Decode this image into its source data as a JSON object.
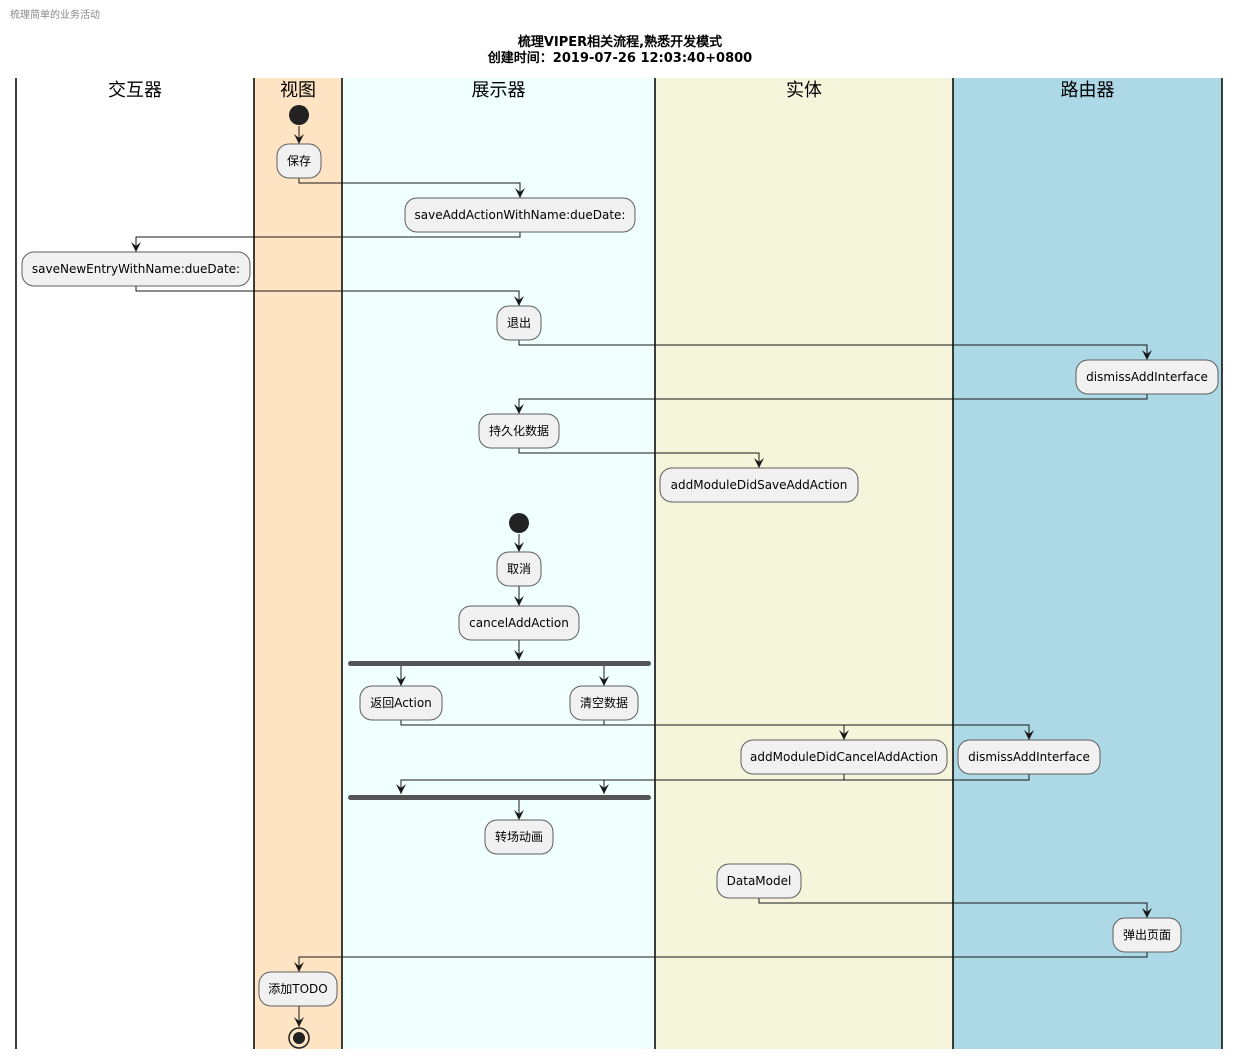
{
  "header_note": "梳理简单的业务活动",
  "title_lines": [
    "梳理VIPER相关流程,熟悉开发模式",
    "创建时间：2019-07-26 12:03:40+0800"
  ],
  "lanes": [
    {
      "id": "interactor",
      "title": "交互器",
      "color": "#ffffff"
    },
    {
      "id": "view",
      "title": "视图",
      "color": "#ffe4c4"
    },
    {
      "id": "presenter",
      "title": "展示器",
      "color": "#f0ffff"
    },
    {
      "id": "entity",
      "title": "实体",
      "color": "#f5f5dc"
    },
    {
      "id": "router",
      "title": "路由器",
      "color": "#add8e6"
    }
  ],
  "activities": [
    {
      "id": "a1",
      "label": "保存",
      "lane": "view"
    },
    {
      "id": "a2",
      "label": "saveAddActionWithName:dueDate:",
      "lane": "presenter"
    },
    {
      "id": "a3",
      "label": "saveNewEntryWithName:dueDate:",
      "lane": "interactor"
    },
    {
      "id": "a4",
      "label": "退出",
      "lane": "presenter"
    },
    {
      "id": "a5",
      "label": "dismissAddInterface",
      "lane": "router"
    },
    {
      "id": "a6",
      "label": "持久化数据",
      "lane": "presenter"
    },
    {
      "id": "a7",
      "label": "addModuleDidSaveAddAction",
      "lane": "entity"
    },
    {
      "id": "a8",
      "label": "取消",
      "lane": "presenter"
    },
    {
      "id": "a9",
      "label": "cancelAddAction",
      "lane": "presenter"
    },
    {
      "id": "a10",
      "label": "返回Action",
      "lane": "presenter"
    },
    {
      "id": "a11",
      "label": "清空数据",
      "lane": "presenter"
    },
    {
      "id": "a12",
      "label": "addModuleDidCancelAddAction",
      "lane": "entity"
    },
    {
      "id": "a13",
      "label": "dismissAddInterface",
      "lane": "router"
    },
    {
      "id": "a14",
      "label": "转场动画",
      "lane": "presenter"
    },
    {
      "id": "a15",
      "label": "DataModel",
      "lane": "entity"
    },
    {
      "id": "a16",
      "label": "弹出页面",
      "lane": "router"
    },
    {
      "id": "a17",
      "label": "添加TODO",
      "lane": "view"
    }
  ],
  "flows": [
    [
      "start1",
      "a1"
    ],
    [
      "a1",
      "a2"
    ],
    [
      "a2",
      "a3"
    ],
    [
      "a3",
      "a4"
    ],
    [
      "a4",
      "a5"
    ],
    [
      "a5",
      "a6"
    ],
    [
      "a6",
      "a7"
    ],
    [
      "start2",
      "a8"
    ],
    [
      "a8",
      "a9"
    ],
    [
      "a9",
      "fork"
    ],
    [
      "fork",
      "a10"
    ],
    [
      "fork",
      "a11"
    ],
    [
      "a10",
      "a12"
    ],
    [
      "a11",
      "a13"
    ],
    [
      "a12",
      "join"
    ],
    [
      "a13",
      "join"
    ],
    [
      "join",
      "a14"
    ],
    [
      "a15",
      "a16"
    ],
    [
      "a16",
      "a17"
    ],
    [
      "a17",
      "end"
    ]
  ]
}
